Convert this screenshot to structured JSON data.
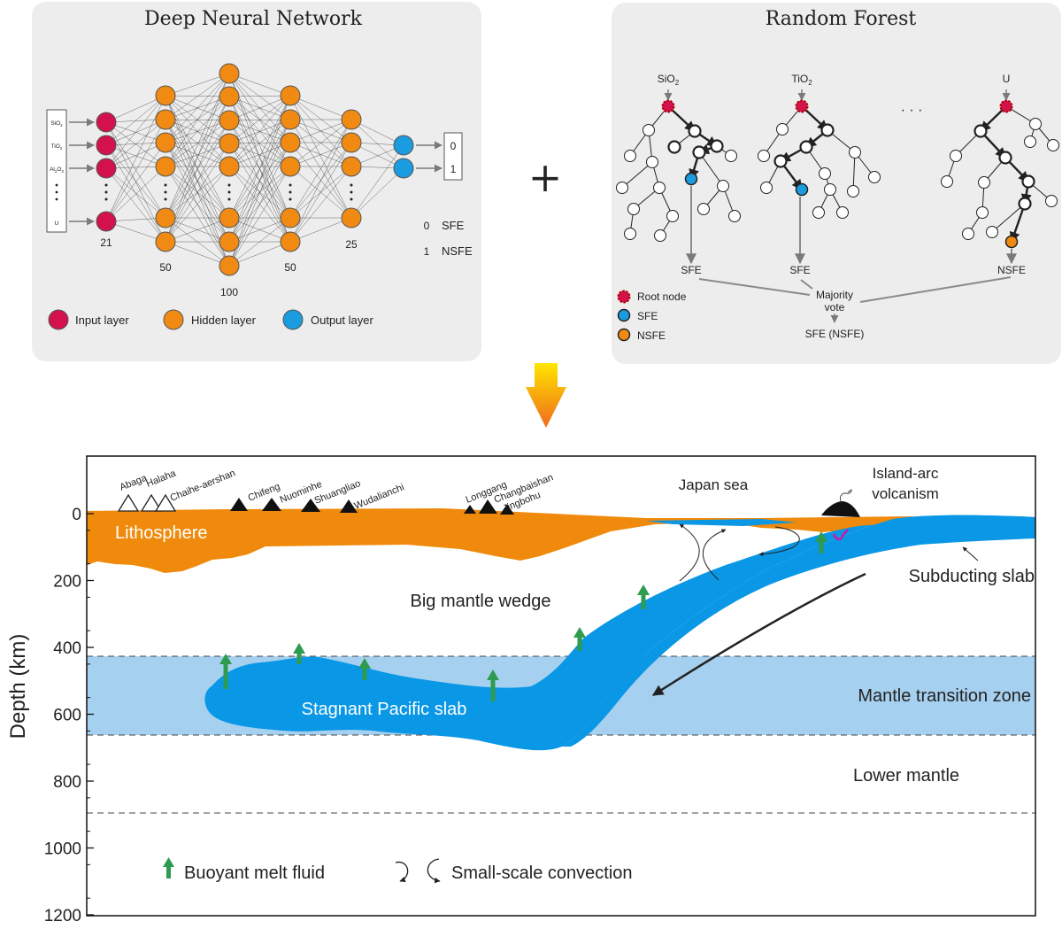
{
  "dnn": {
    "title": "Deep Neural Network",
    "input_features": [
      "SiO2",
      "TiO2",
      "Al2O3",
      "U"
    ],
    "layer_sizes": [
      "21",
      "50",
      "100",
      "50",
      "25"
    ],
    "outputs": [
      "0",
      "1"
    ],
    "classes": [
      {
        "code": "0",
        "name": "SFE"
      },
      {
        "code": "1",
        "name": "NSFE"
      }
    ],
    "legend": [
      "Input layer",
      "Hidden layer",
      "Output layer"
    ],
    "colors": {
      "input": "#d3124d",
      "hidden": "#f08a12",
      "output": "#1b9be0",
      "panel": "#ededed"
    }
  },
  "plus_symbol": "+",
  "rf": {
    "title": "Random Forest",
    "roots": [
      "SiO2",
      "TiO2",
      "U"
    ],
    "ellipsis": "· · ·",
    "tree_outputs": [
      "SFE",
      "SFE",
      "NSFE"
    ],
    "vote": [
      "Majority",
      "vote"
    ],
    "result": "SFE (NSFE)",
    "legend": [
      "Root node",
      "SFE",
      "NSFE"
    ]
  },
  "section": {
    "y_axis_label": "Depth (km)",
    "y_ticks": [
      "0",
      "200",
      "400",
      "600",
      "800",
      "1000",
      "1200"
    ],
    "volcanoes_open": [
      "Abaga",
      "Halaha",
      "Chaihe-aershan"
    ],
    "volcanoes_filled": [
      "Chifeng",
      "Nuominhe",
      "Shuangliao",
      "Wudalianchi",
      "Longgang",
      "Changbaishan",
      "Jingbohu"
    ],
    "labels": {
      "lithosphere": "Lithosphere",
      "japan_sea": "Japan sea",
      "island_arc_1": "Island-arc",
      "island_arc_2": "volcanism",
      "subducting_slab": "Subducting slab",
      "big_mantle_wedge": "Big mantle wedge",
      "mantle_transition_zone": "Mantle transition zone",
      "stagnant_slab": "Stagnant Pacific slab",
      "lower_mantle": "Lower mantle"
    },
    "legend": {
      "melt": "Buoyant melt fluid",
      "convection": "Small-scale convection"
    },
    "colors": {
      "lithosphere": "#ef8a0c",
      "slab": "#0a97e6",
      "transition_zone": "#a6d0ef",
      "melt_arrow": "#2e9b4e"
    }
  }
}
